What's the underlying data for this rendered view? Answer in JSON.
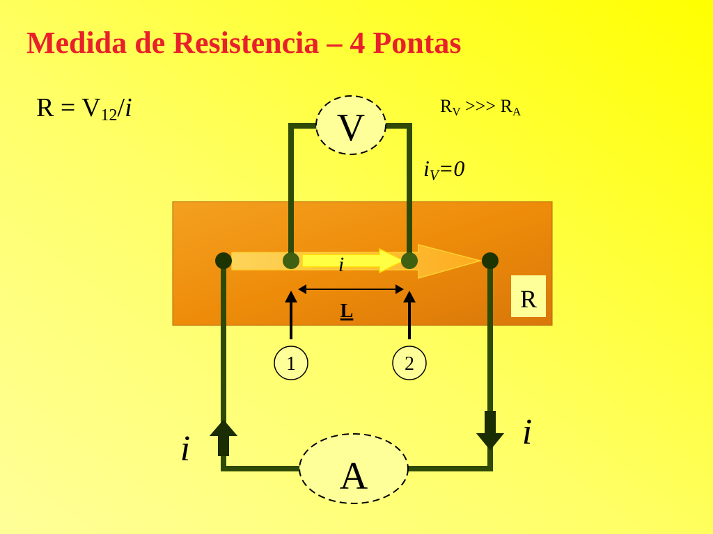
{
  "title": "Medida de Resistencia – 4 Pontas",
  "formula": {
    "r_label": "R = V",
    "subscript": "12",
    "slash": "/",
    "i": "i"
  },
  "condition": {
    "r1": "R",
    "sub1": "V",
    "op": " >>> R",
    "sub2": "A"
  },
  "voltmeter_current": {
    "i": "i",
    "sub": "V",
    "value": "=0"
  },
  "voltmeter_label": "V",
  "ammeter_label": "A",
  "resistor_label": "R",
  "current_label_bar": "i",
  "current_label_left": "i",
  "current_label_right": "i",
  "length_label": "L",
  "probe_1_label": "1",
  "probe_2_label": "2",
  "colors": {
    "title": "#e8202a",
    "wire": "#2f4a06",
    "meter_fill": "#ffff99",
    "sample": "#ee8c0a",
    "arrow_fill": "#ffff44"
  }
}
